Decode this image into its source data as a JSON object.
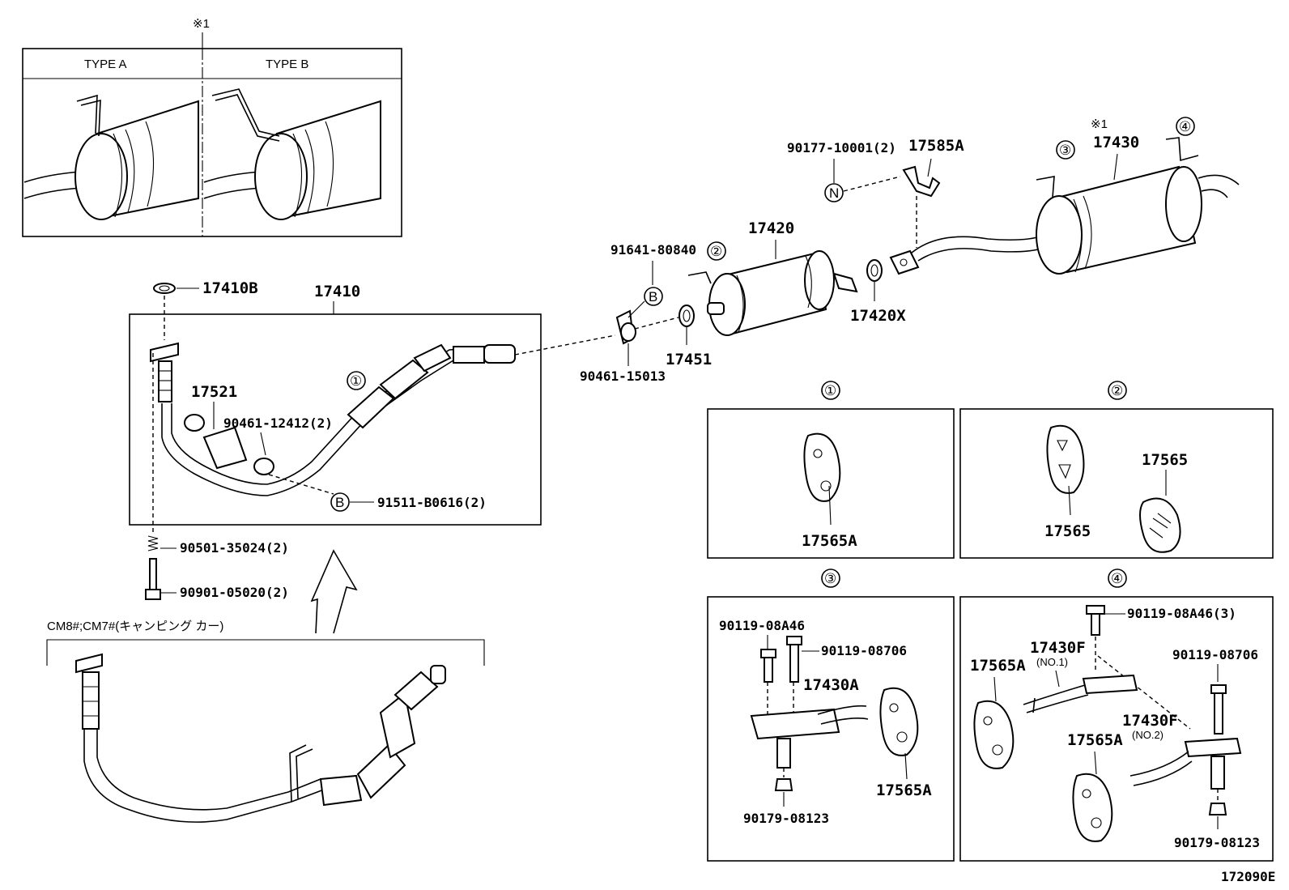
{
  "notes": {
    "star1": "※1"
  },
  "type_panel": {
    "type_a": "TYPE A",
    "type_b": "TYPE B"
  },
  "parts": {
    "p17410b": "17410B",
    "p17410": "17410",
    "p17521": "17521",
    "p90461_12412": "90461-12412(2)",
    "p91511": "91511-B0616(2)",
    "p90501": "90501-35024(2)",
    "p90901": "90901-05020(2)",
    "p91641": "91641-80840",
    "p90461_15013": "90461-15013",
    "p17451": "17451",
    "p17420": "17420",
    "p90177": "90177-10001(2)",
    "p17585a": "17585A",
    "p17420x": "17420X",
    "p17430": "17430"
  },
  "markers": {
    "c1": "①",
    "c2": "②",
    "c3": "③",
    "c4": "④",
    "B": "B",
    "N": "N"
  },
  "camping_label": "CM8#;CM7#(キャンピング カー)",
  "detail1": {
    "part": "17565A"
  },
  "detail2": {
    "part_a": "17565",
    "part_b": "17565"
  },
  "detail3": {
    "bolt_a": "90119-08A46",
    "bolt_b": "90119-08706",
    "bracket": "17430A",
    "nut": "90179-08123",
    "insulator": "17565A"
  },
  "detail4": {
    "bolt_top": "90119-08A46(3)",
    "bracket1": "17430F",
    "bracket1_sub": "(NO.1)",
    "insulator1": "17565A",
    "bolt_right": "90119-08706",
    "bracket2": "17430F",
    "bracket2_sub": "(NO.2)",
    "insulator2": "17565A",
    "nut": "90179-08123"
  },
  "figure_id": "172090E"
}
